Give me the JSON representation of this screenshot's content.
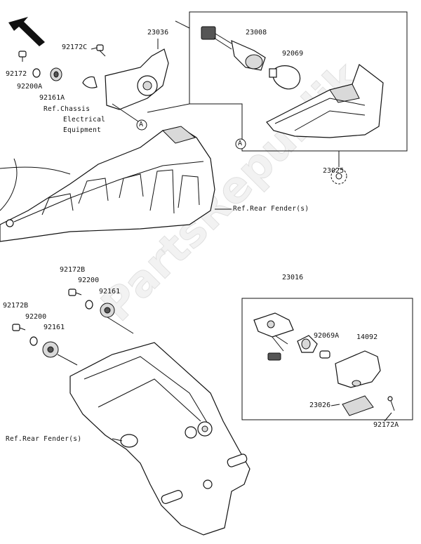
{
  "watermark": "PartsRepublik",
  "callout_letter": "A",
  "parts": {
    "p92172": "92172",
    "p92200A": "92200A",
    "p92161A": "92161A",
    "p92172C": "92172C",
    "p23036": "23036",
    "p23008": "23008",
    "p92069": "92069",
    "p23025": "23025",
    "p92172B_a": "92172B",
    "p92200_a": "92200",
    "p92161_a": "92161",
    "p92172B_b": "92172B",
    "p92200_b": "92200",
    "p92161_b": "92161",
    "p23016": "23016",
    "p92069A": "92069A",
    "p14092": "14092",
    "p23026": "23026",
    "p92172A": "92172A"
  },
  "refs": {
    "chassis_line1": "Ref.Chassis",
    "chassis_line2": "Electrical",
    "chassis_line3": "Equipment",
    "rear_fender_1": "Ref.Rear Fender(s)",
    "rear_fender_2": "Ref.Rear Fender(s)"
  }
}
